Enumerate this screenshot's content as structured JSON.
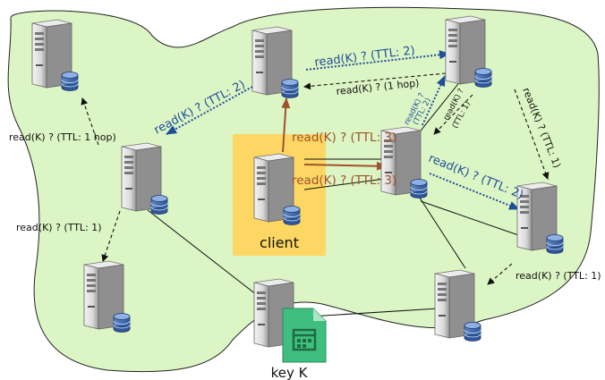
{
  "nodes": {
    "client_label": "client",
    "key_label": "key K"
  },
  "messages": {
    "client_to_center_top": "read(K) ? (TTL: 3)",
    "client_to_center_bottom": "read(K) ? (TTL: 3)",
    "topmid_to_left": "read(K) ? (TTL: 2)",
    "topmid_to_topright": "read(K) ? (TTL: 2)",
    "topright_to_topmid": "read(K) ? (1 hop)",
    "center_to_right": "read(K) ? (TTL: 2)",
    "center_to_topright_a": "read(K) ?",
    "center_to_topright_b": "(TTL: 2)",
    "topright_to_center_a": "read(K) ?",
    "topright_to_center_b": "(TTL: 1)",
    "left_to_topleft": "read(K) ? (TTL: 1 hop)",
    "left_to_bottomleft": "read(K) ? (TTL: 1)",
    "topright_to_right": "read(K) ? (TTL: 1)",
    "right_to_bottomright": "read(K) ? (TTL: 1)"
  },
  "colors": {
    "region": "#dcf5c4",
    "client_highlight": "#fdd663",
    "query_blue": "#1f4e9b",
    "query_orange": "#a0522d",
    "key_file": "#3fbf7f"
  }
}
